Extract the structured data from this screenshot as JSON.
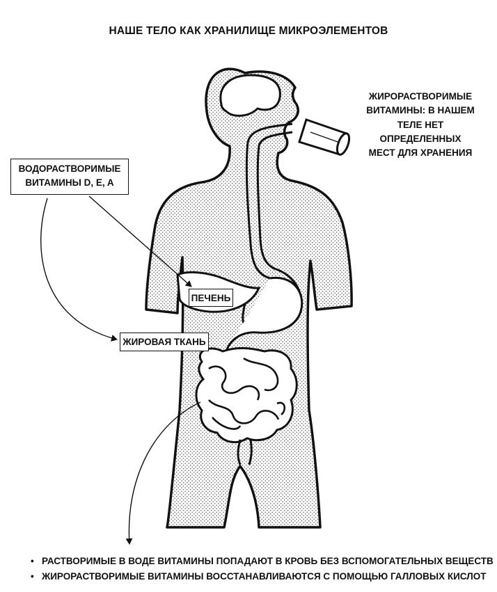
{
  "title": "НАШЕ ТЕЛО КАК ХРАНИЛИЩЕ МИКРОЭЛЕМЕНТОВ",
  "labels": {
    "water_soluble": [
      "ВОДОРАСТВОРИМЫЕ",
      "ВИТАМИНЫ D, E, A"
    ],
    "liver": "ПЕЧЕНЬ",
    "fat_tissue": "ЖИРОВАЯ ТКАНЬ",
    "fat_soluble_note": [
      "ЖИРОРАСТВОРИМЫЕ",
      "ВИТАМИНЫ: В НАШЕМ",
      "ТЕЛЕ НЕТ ОПРЕДЕЛЕННЫХ",
      "МЕСТ ДЛЯ ХРАНЕНИЯ"
    ]
  },
  "bullets": [
    "РАСТВОРИМЫЕ В ВОДЕ ВИТАМИНЫ ПОПАДАЮТ В КРОВЬ БЕЗ ВСПОМОГАТЕЛЬНЫХ ВЕЩЕСТВ",
    "ЖИРОРАСТВОРИМЫЕ ВИТАМИНЫ ВОССТАНАВЛИВАЮТСЯ С ПОМОЩЬЮ ГАЛЛОВЫХ КИСЛОТ"
  ]
}
